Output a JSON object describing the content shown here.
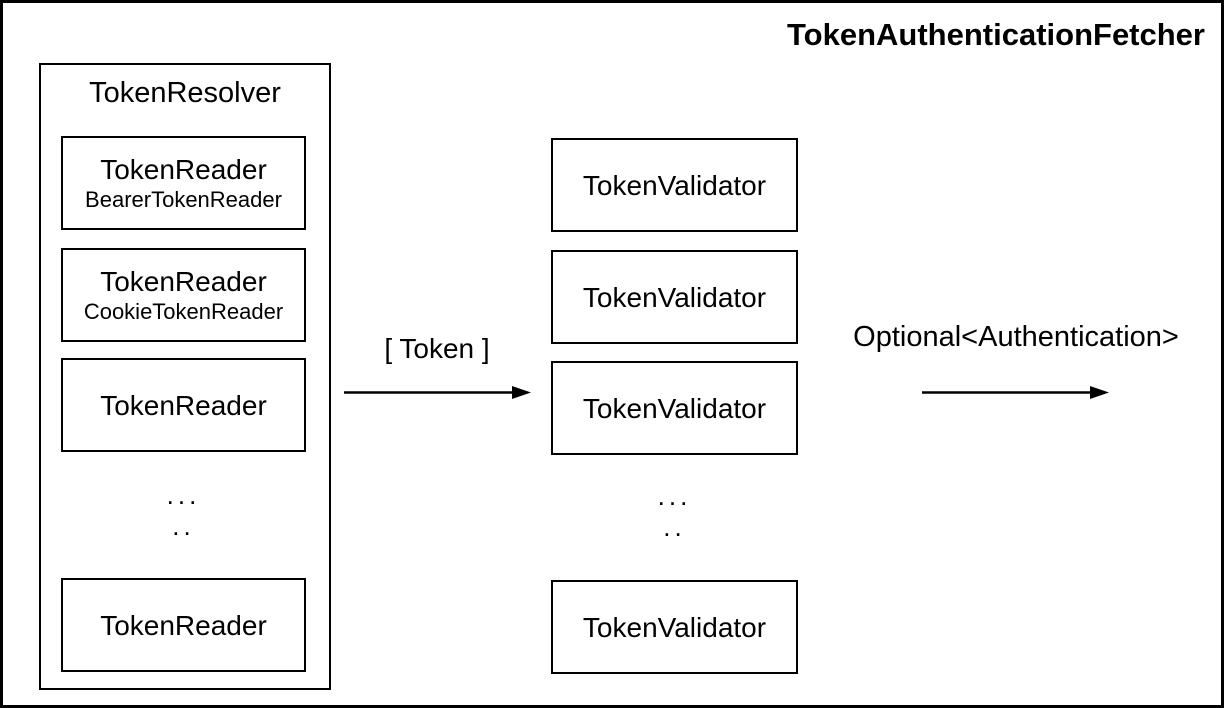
{
  "title": "TokenAuthenticationFetcher",
  "resolver": {
    "label": "TokenResolver",
    "readers": [
      {
        "title": "TokenReader",
        "subtitle": "BearerTokenReader"
      },
      {
        "title": "TokenReader",
        "subtitle": "CookieTokenReader"
      },
      {
        "title": "TokenReader"
      },
      {
        "title": "TokenReader"
      }
    ],
    "ellipsis": {
      "line1": "...",
      "line2": ".."
    }
  },
  "validators": {
    "boxes": [
      {
        "title": "TokenValidator"
      },
      {
        "title": "TokenValidator"
      },
      {
        "title": "TokenValidator"
      },
      {
        "title": "TokenValidator"
      }
    ],
    "ellipsis": {
      "line1": "...",
      "line2": ".."
    }
  },
  "flows": [
    {
      "label": "[ Token ]"
    },
    {
      "label": "Optional<Authentication>"
    }
  ],
  "colors": {
    "background": "#ffffff",
    "stroke": "#000000",
    "text": "#000000"
  }
}
